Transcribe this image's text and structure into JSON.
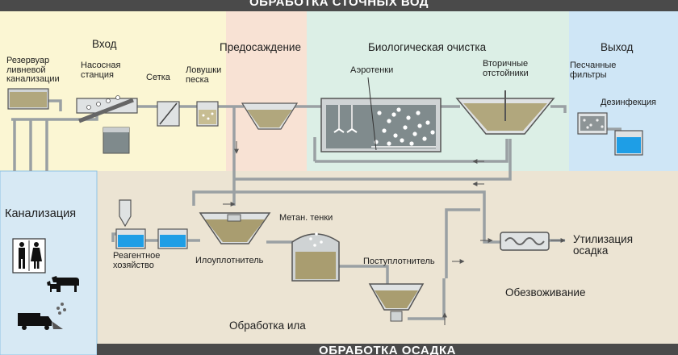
{
  "banner_top": "ОБРАБОТКА СТОЧНЫХ ВОД",
  "banner_bottom": "ОБРАБОТКА ОСАДКА",
  "sections": {
    "inlet": "Вход",
    "primary": "Предосаждение",
    "biological": "Биологическая очистка",
    "outlet": "Выход",
    "sewerage": "Канализация",
    "sludge": "Обработка ила",
    "dewatering": "Обезвоживание"
  },
  "labels": {
    "reservoir": "Резервуар\nливневой\nканализации",
    "pump": "Насосная\nстанция",
    "grid": "Сетка",
    "sand_traps": "Ловушки\nпеска",
    "aerotanks": "Аэротенки",
    "secondary": "Вторичные\nотстойники",
    "sand_filters": "Песчанные\nфильтры",
    "disinfection": "Дезинфекция",
    "reagent": "Реагентное\nхозяйство",
    "thickener": "Илоуплотнитель",
    "digesters": "Метан. тенки",
    "post_thickener": "Поступлотнитель",
    "utilization": "Утилизация\nосадка"
  },
  "colors": {
    "band_inlet": "#fbf6d3",
    "band_primary": "#f8e2d4",
    "band_bio": "#dcefe6",
    "band_outlet": "#cfe6f6",
    "sewer_panel": "#d7e9f4",
    "sludge_area": "#ece4d3",
    "banner": "#4a4a4a",
    "water": "#1e9ee6",
    "sludge_fill": "#a99d70",
    "pipe": "#9aa0a3"
  },
  "icons": [
    "people-icon",
    "cow-icon",
    "dog-icon",
    "truck-icon"
  ]
}
